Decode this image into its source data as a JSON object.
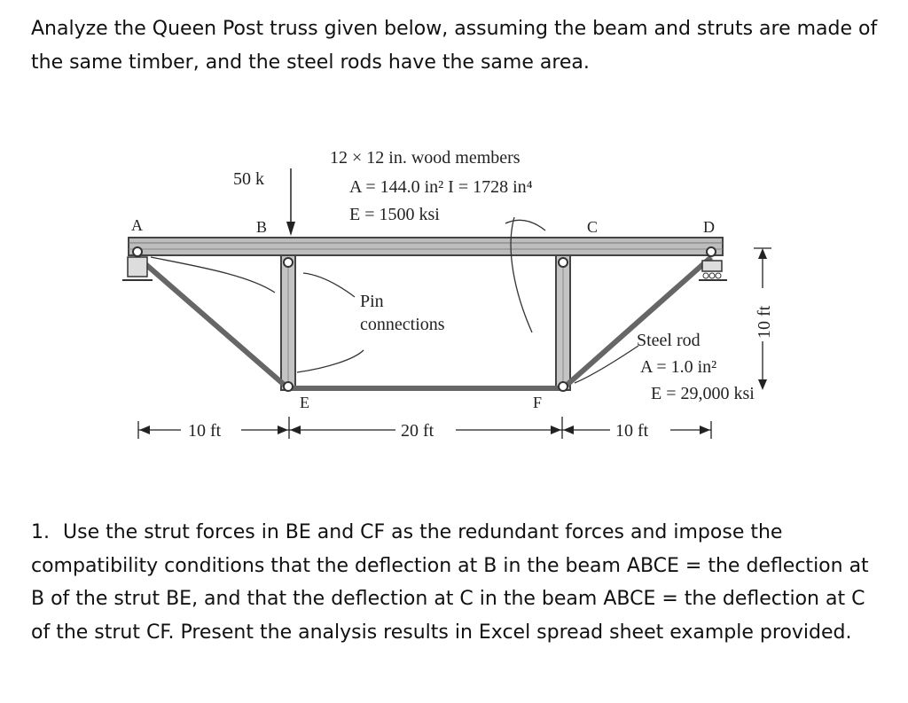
{
  "intro": "Analyze the Queen Post truss given below, assuming the beam and struts are made of the same timber, and the steel rods have the same area.",
  "figure": {
    "load": "50 k",
    "wood_props": [
      "12 × 12 in. wood members",
      "A = 144.0 in²  I = 1728 in⁴",
      "E = 1500 ksi"
    ],
    "nodes": {
      "A": "A",
      "B": "B",
      "C": "C",
      "D": "D",
      "E": "E",
      "F": "F"
    },
    "pin_label": [
      "Pin",
      "connections"
    ],
    "steel_props": [
      "Steel rod",
      "A = 1.0 in²",
      "E = 29,000 ksi"
    ],
    "height_dim": "10 ft",
    "spans": [
      "10 ft",
      "20 ft",
      "10 ft"
    ]
  },
  "question": {
    "number": "1.",
    "text": "Use the strut forces in BE and CF as the redundant forces and impose the compatibility conditions that the deflection at B in the beam ABCE = the deflection at B of the strut BE, and that the deflection at C in the beam ABCE = the deflection at C of the strut CF.  Present the analysis results in Excel spread sheet example provided."
  }
}
